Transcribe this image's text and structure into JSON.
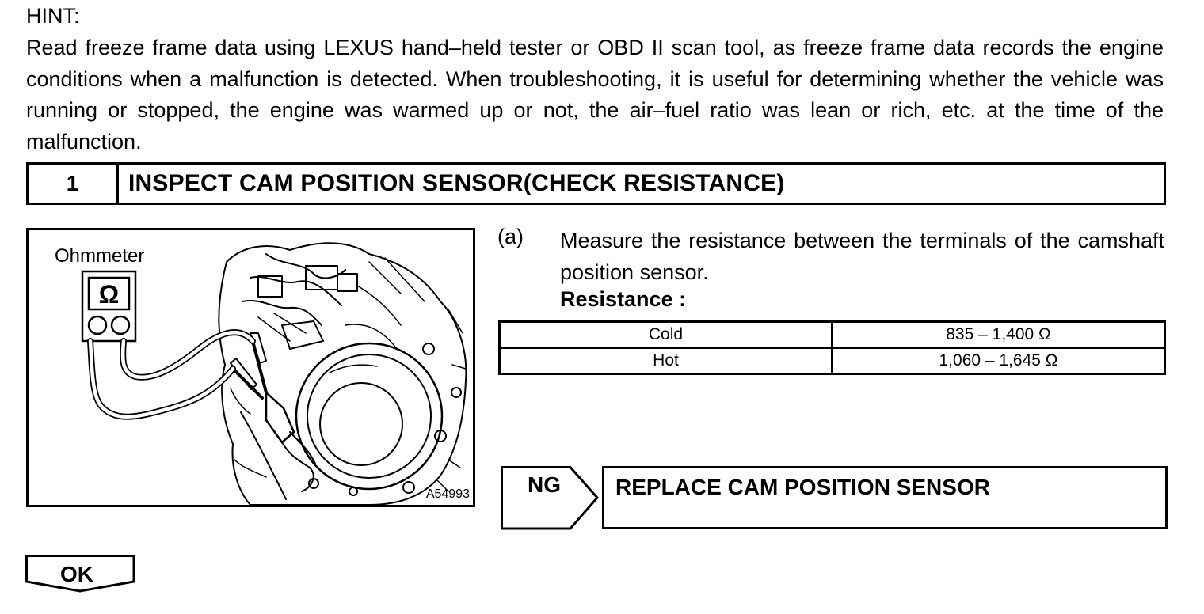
{
  "hint": {
    "title": "HINT:",
    "body": "Read freeze frame data using LEXUS hand–held tester or OBD II scan tool, as freeze frame data records the engine conditions when a malfunction is detected. When troubleshooting, it is useful for determining whether the vehicle was running or stopped, the engine was warmed up or not, the air–fuel ratio was lean or rich, etc. at the time of the malfunction."
  },
  "step": {
    "number": "1",
    "title": "INSPECT CAM POSITION SENSOR(CHECK RESISTANCE)"
  },
  "figure": {
    "ohmmeter_label": "Ohmmeter",
    "ohm_symbol": "Ω",
    "figure_id": "A54993",
    "icons": [
      "ohmmeter-icon",
      "engine-illustration"
    ]
  },
  "instruction": {
    "letter": "(a)",
    "text": "Measure the resistance between the terminals of the camshaft position sensor.",
    "spec_label": "Resistance :"
  },
  "resistance_table": {
    "rows": [
      {
        "condition": "Cold",
        "value": "835 – 1,400 Ω"
      },
      {
        "condition": "Hot",
        "value": "1,060 – 1,645 Ω"
      }
    ]
  },
  "results": {
    "ng_label": "NG",
    "ng_action": "REPLACE CAM POSITION SENSOR",
    "ok_label": "OK"
  }
}
